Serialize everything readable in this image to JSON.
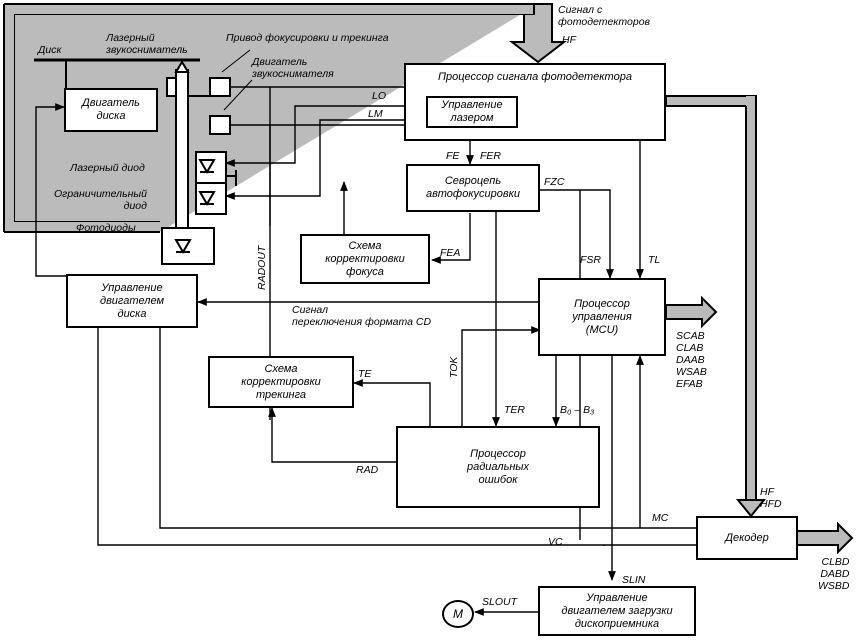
{
  "blocks": {
    "photodetector_processor": "Процессор сигнала фотодетектора",
    "laser_control": "Управление\nлазером",
    "autofocus_servo": "Севроцепь\nавтофокусировки",
    "focus_correction": "Схема\nкорректировки\nфокуса",
    "mcu": "Процессор\nуправления\n(MCU)",
    "tracking_correction": "Схема\nкорректировки\nтрекинга",
    "radial_error_processor": "Процессор\nрадиальных\nошибок",
    "disc_motor": "Двигатель\nдиска",
    "disc_motor_control": "Управление\nдвигателем\nдиска",
    "decoder": "Декодер",
    "tray_motor_control": "Управление\nдвигателем загрузки\nдископриемника",
    "motor": "M"
  },
  "labels": {
    "disc": "Диск",
    "laser_pickup": "Лазерный\nзвукосниматель",
    "focus_tracking_drive": "Привод фокусировки и трекинга",
    "pickup_motor": "Двигатель\nзвукоснимателя",
    "laser_diode": "Лазерный диод",
    "limiting_diode": "Ограничительный\nдиод",
    "photodiodes": "Фотодиоды",
    "photodetector_signal": "Сигнал с\nфотодетекторов",
    "format_switch_signal": "Сигнал\nпереключения формата CD"
  },
  "signals": {
    "hf": "HF",
    "lo": "LO",
    "lm": "LM",
    "fe": "FE",
    "fer": "FER",
    "fzc": "FZC",
    "fea": "FEA",
    "fsr": "FSR",
    "tl": "TL",
    "radout": "RADOUT",
    "tok": "TOK",
    "te": "TE",
    "ter": "TER",
    "b0b3": "B₀ – B₃",
    "rad": "RAD",
    "mcu_bus": "SCAB\nCLAB\nDAAB\nWSAB\nEFAB",
    "hf_hfd": "HF\nHFD",
    "mc": "MC",
    "vc": "VC",
    "decoder_bus": "CLBD\nDABD\nWSBD",
    "slin": "SLIN",
    "slout": "SLOUT"
  }
}
